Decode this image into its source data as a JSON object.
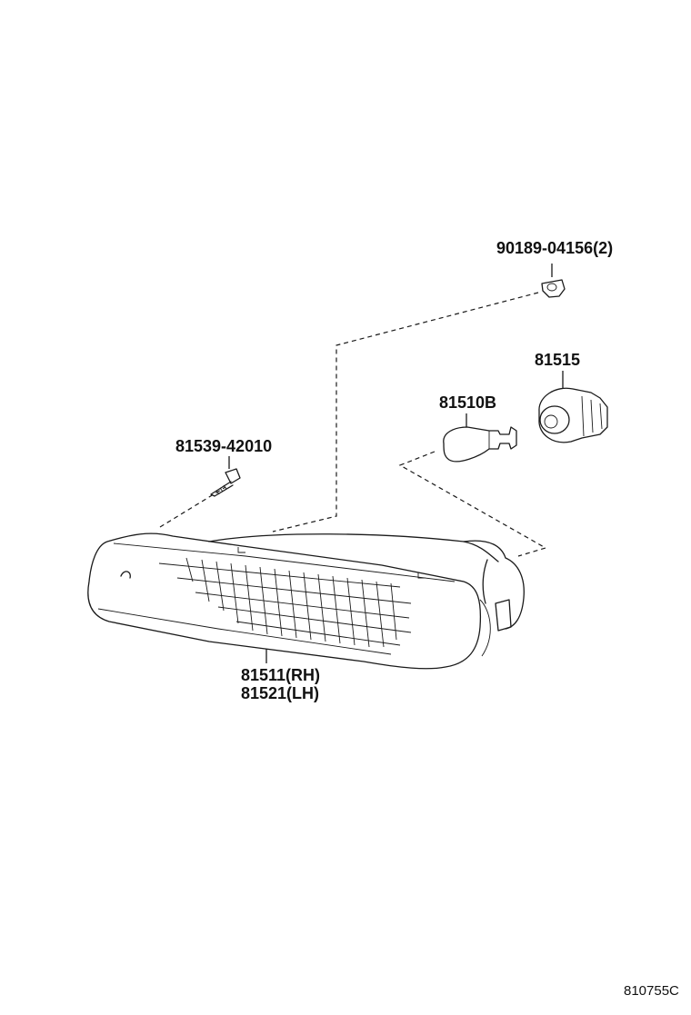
{
  "diagram": {
    "parts": {
      "clip": "90189-04156(2)",
      "socket": "81515",
      "bulb": "81510B",
      "screw": "81539-42010",
      "lamp_rh": "81511(RH)",
      "lamp_lh": "81521(LH)"
    },
    "figure_id": "810755C"
  }
}
